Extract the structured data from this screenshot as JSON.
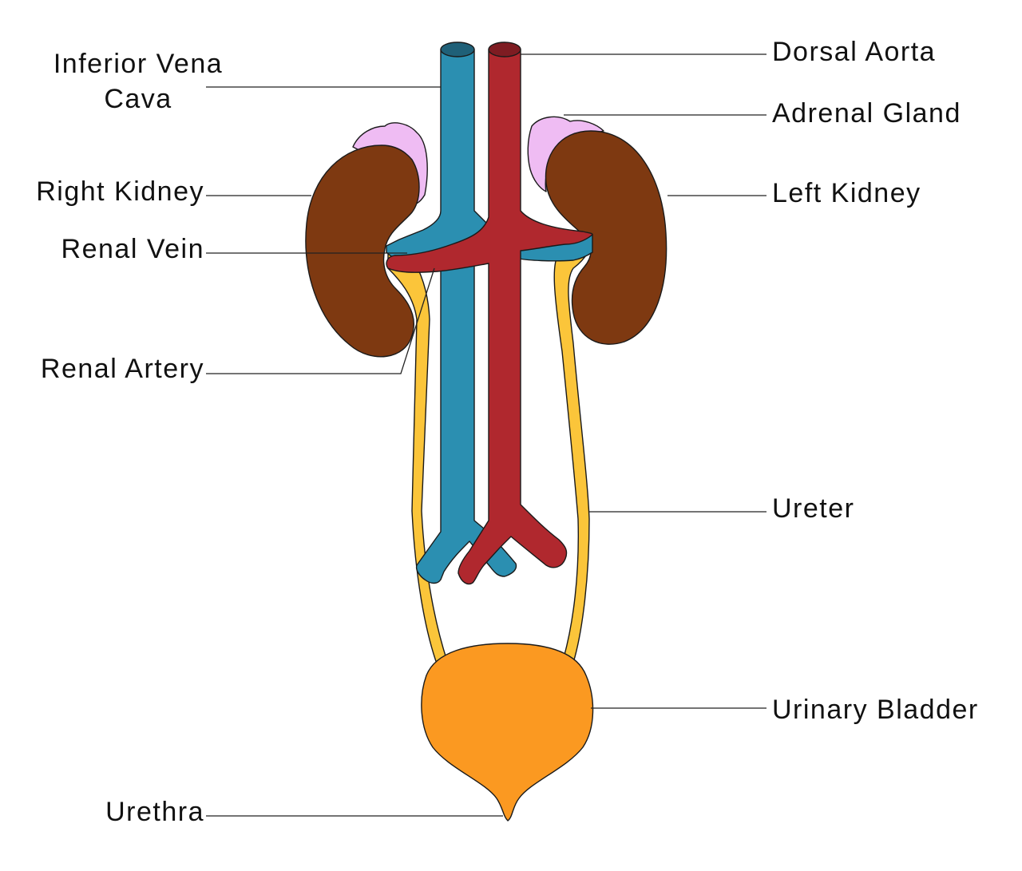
{
  "labels": {
    "ivc_line1": "Inferior Vena",
    "ivc_line2": "Cava",
    "right_kidney": "Right Kidney",
    "renal_vein": "Renal Vein",
    "renal_artery": "Renal Artery",
    "urethra": "Urethra",
    "dorsal_aorta": "Dorsal Aorta",
    "adrenal_gland": "Adrenal Gland",
    "left_kidney": "Left Kidney",
    "ureter": "Ureter",
    "urinary_bladder": "Urinary Bladder"
  },
  "colors": {
    "vein": "#2b8fb1",
    "vein_top": "#1f6078",
    "artery": "#b0282e",
    "artery_top": "#7e1c22",
    "kidney": "#7e3911",
    "adrenal": "#efbcf3",
    "ureter": "#fbc53a",
    "bladder": "#fb9921",
    "leader": "#222222"
  }
}
